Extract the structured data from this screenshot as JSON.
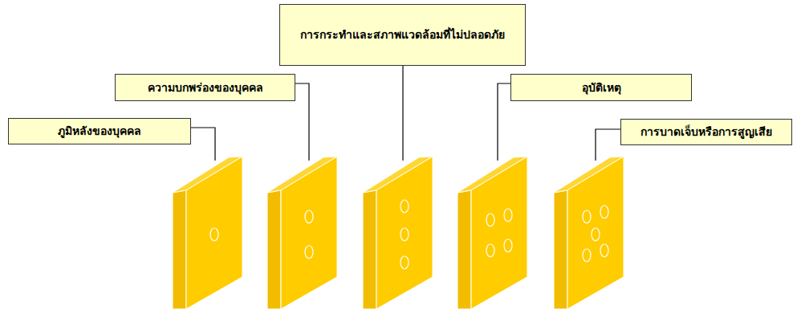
{
  "diagram": {
    "nodes": [
      {
        "text": [
          "ภูมิหลังของบุคคล"
        ]
      },
      {
        "text": [
          "ความบกพร่องของบุคคล"
        ]
      },
      {
        "text": [
          "การกระทำและสภาพแวดล้อมที่ไม่ปลอดภัย"
        ]
      },
      {
        "text": [
          "อุบัติเหตุ"
        ]
      },
      {
        "text": [
          "การบาดเจ็บหรือการสูญเสีย"
        ]
      }
    ]
  }
}
